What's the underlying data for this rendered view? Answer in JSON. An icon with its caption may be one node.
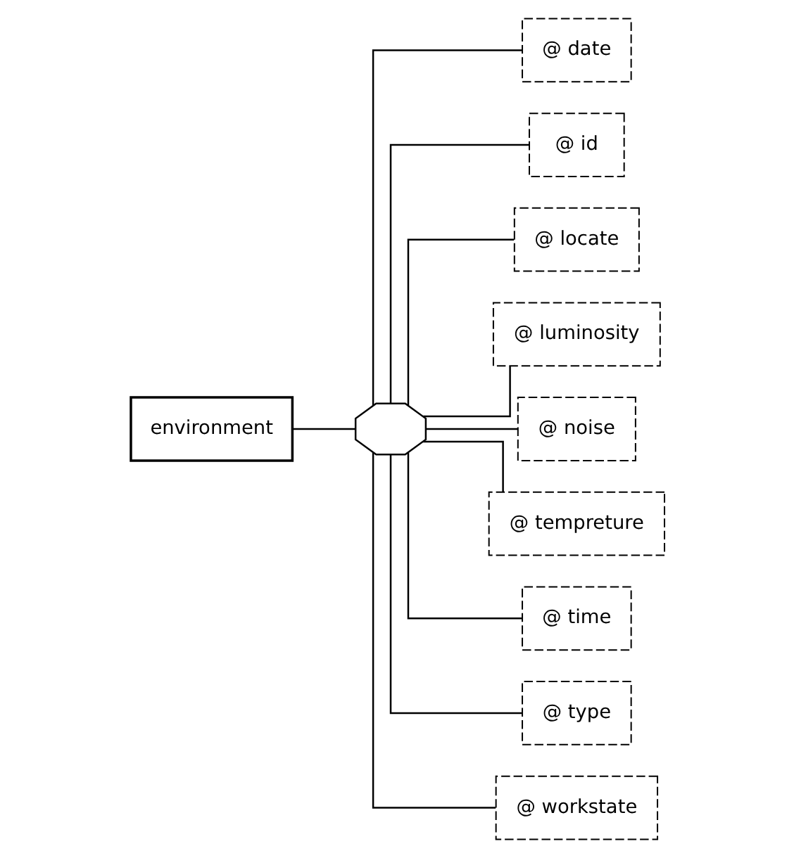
{
  "diagram": {
    "nodes": [
      {
        "text": [
          "environment"
        ]
      },
      {
        "text": [],
        "shape": "octagon"
      },
      {
        "text": [
          "@ date"
        ]
      },
      {
        "text": [
          "@ id"
        ]
      },
      {
        "text": [
          "@ locate"
        ]
      },
      {
        "text": [
          "@ luminosity"
        ]
      },
      {
        "text": [
          "@ noise"
        ]
      },
      {
        "text": [
          "@ tempreture"
        ]
      },
      {
        "text": [
          "@ time"
        ]
      },
      {
        "text": [
          "@ type"
        ]
      },
      {
        "text": [
          "@ workstate"
        ]
      }
    ],
    "edges": [
      {
        "from": 0,
        "to": 1,
        "arrow": "none"
      },
      {
        "from": 1,
        "to": 2,
        "arrow": "none"
      },
      {
        "from": 1,
        "to": 3,
        "arrow": "none"
      },
      {
        "from": 1,
        "to": 4,
        "arrow": "none"
      },
      {
        "from": 1,
        "to": 5,
        "arrow": "none"
      },
      {
        "from": 1,
        "to": 6,
        "arrow": "none"
      },
      {
        "from": 1,
        "to": 7,
        "arrow": "none"
      },
      {
        "from": 1,
        "to": 8,
        "arrow": "none"
      },
      {
        "from": 1,
        "to": 9,
        "arrow": "none"
      },
      {
        "from": 1,
        "to": 10,
        "arrow": "none"
      }
    ]
  }
}
